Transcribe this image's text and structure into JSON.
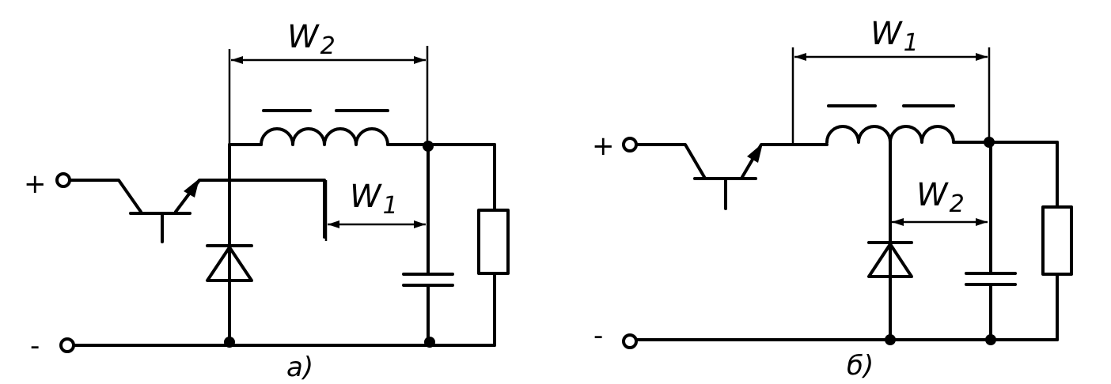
{
  "diagram_a": {
    "plus_label": "+",
    "minus_label": "-",
    "w_top": "W",
    "w_top_sub": "2",
    "w_mid": "W",
    "w_mid_sub": "1",
    "caption": "a)"
  },
  "diagram_b": {
    "plus_label": "+",
    "minus_label": "-",
    "w_top": "W",
    "w_top_sub": "1",
    "w_mid": "W",
    "w_mid_sub": "2",
    "caption": "б)"
  },
  "colors": {
    "line": "#000000",
    "background": "#ffffff"
  }
}
